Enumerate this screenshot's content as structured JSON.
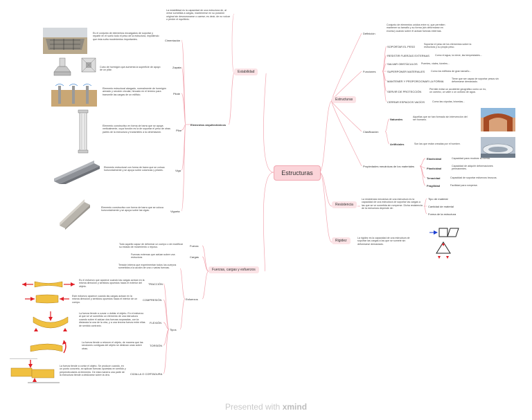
{
  "central": "Estructuras",
  "footer": {
    "prefix": "Presented with",
    "brand": "xmind"
  },
  "estabilidad": {
    "title": "Estabilidad",
    "definition": "La estabilidad es la capacidad de una estructura de, al verse sometida a cargas, mantenerse en su posición original sin desmoronarse o caerse; es decir, de no volcar o perder el equilibrio.",
    "elementos": "Elementos arquitectónicos",
    "items": [
      {
        "label": "Cimentación",
        "text": "Es el conjunto de elementos encargados de soportar y repartir en el suelo todo el peso de la estructura, impidiendo que ésta sufra movimientos importantes."
      },
      {
        "label": "Zapata",
        "text": "Cubo de hormigón que aumenta la superficie de apoyo de un pilar."
      },
      {
        "label": "Pilote",
        "text": "Elemento estructural alargado, normalmente de hormigón armado y sección circular, hincado en el terreno para transmitir las cargas de un edificio."
      },
      {
        "label": "Pilar",
        "text": "Elemento constructivo en forma de barra que se apoya verticalmente, cuya función es la de soportar el peso de otras partes de la estructura y transmitirlo a la cimentación."
      },
      {
        "label": "Viga",
        "text": "Elemento estructural con forma de barra que se coloca horizontalmente y se apoya sobre columnas y pilares."
      },
      {
        "label": "Vigueta",
        "text": "Elemento constructivo con forma de barra que se coloca horizontalmente y se apoya sobre las vigas."
      }
    ]
  },
  "estructuras": {
    "title": "Estructuras",
    "definicion_label": "Definición",
    "definicion": "Conjunto de elementos unidos entre sí, que permiten mantener su tamaño y su forma (sin deformarse en exceso) cuando sobre él actúan fuerzas externas.",
    "funciones_label": "Funciones",
    "funciones": [
      {
        "label": "SOPORTAR EL PESO",
        "text": "Soportar el peso de los elementos sobre la estructura y su propio peso."
      },
      {
        "label": "RESISTIR FUERZAS EXTERNAS",
        "text": "Como el agua, la nieve, las tempestades..."
      },
      {
        "label": "SALVAR OBSTÁCULOS",
        "text": "Puentes, viales, túneles..."
      },
      {
        "label": "SUPERPONER MATERIALES",
        "text": "Como los edificios de gran tamaño..."
      },
      {
        "label": "MANTENER Y PROPORCIONAR LA FORMA",
        "text": "Tiene que ser capaz de soportar pesos sin deformarse demasiado."
      },
      {
        "label": "SERVIR DE PROTECCIÓN",
        "text": "Permite evitar un accidente geográfico como un río, un camino, un valle o un océano de agua."
      },
      {
        "label": "CERRAR ESPACIOS VACÍOS",
        "text": "Como las cúpulas, bóvedas..."
      }
    ],
    "clasificacion_label": "Clasificación",
    "naturales_label": "Naturales",
    "naturales": "Aquellas que se han formado sin intervención del ser humano.",
    "artificiales_label": "Artificiales",
    "artificiales": "Son las que están creadas por el hombre.",
    "propiedades_label": "Propiedades mecánicas de los materiales",
    "propiedades": [
      {
        "label": "Elasticidad",
        "text": "Capacidad para recobrar su forma."
      },
      {
        "label": "Plasticidad",
        "text": "Capacidad de adquirir deformaciones permanentes."
      },
      {
        "label": "Tenacidad",
        "text": "Capacidad de soportar esfuerzos bruscos."
      },
      {
        "label": "Fragilidad",
        "text": "Facilidad para romperse."
      }
    ]
  },
  "resistencia": {
    "title": "Resistencia",
    "text": "La resistencia mecánica de una estructura es la capacidad de una estructura de soportar las cargas a las que se ve sometida sin romperse. Dicha resistencia de la estructura depende de:",
    "items": [
      "Tipo de material",
      "Cantidad de material",
      "Forma de la estructura"
    ]
  },
  "rigidez": {
    "title": "Rigidez",
    "text": "La rigidez es la capacidad de una estructura de soportar las cargas a las que se somete sin deformarse demasiado."
  },
  "fuerzas": {
    "title": "Fuerzas, cargas y esfuerzos",
    "fuerza_label": "Fuerza",
    "fuerza": "Todo aquello capaz de deformar un cuerpo o de modificar su estado de movimiento o reposo.",
    "cargas_label": "Cargas",
    "cargas": "Fuerzas externas que actúan sobre una estructura.",
    "esfuerzos_label": "Esfuerzos",
    "esfuerzos": "Tensión interna que experimentan todos los cuerpos sometidos a la acción de una o varias fuerzas.",
    "tipos_label": "Tipos",
    "tipos": [
      {
        "label": "TRACCIÓN",
        "text": "Es el esfuerzo que aparece cuando las cargas actúan en la misma dirección y sentidos opuestos hacia el exterior del objeto."
      },
      {
        "label": "COMPRESIÓN",
        "text": "Este esfuerzo aparece cuando las cargas actúan en la misma dirección y sentidos opuestos hacia el interior de un cuerpo."
      },
      {
        "label": "FLEXIÓN",
        "text": "La fuerza tiende a curvar o doblar el objeto. En el esfuerzo al que se ve sometido un elemento de una estructura cuando sobre él actúan dos fuerzas separadas, con la distancia la una de la otra, y a una tercera fuerza entre ellas de sentido contrario."
      },
      {
        "label": "TORSIÓN",
        "text": "La fuerza tiende a retorcer el objeto, de manera que las secciones contiguas del objeto se deslizan unas sobre otras."
      },
      {
        "label": "CIZALLA O CORTADURA",
        "text": "La fuerza tiende a cortar el objeto. Se produce cuando, en un punto concreto, se aplican fuerzas opuestas en sentido y perpendiculares al elemento. De esta manera una parte de la estructura tiende a deslizarse sobre la otra."
      }
    ]
  },
  "colors": {
    "branch_fill": "#fbe3e6",
    "central_fill": "#fbd4d9",
    "line": "#f2a6b0",
    "arrow_red": "#e01f26",
    "arrow_blue": "#1d3fd1"
  }
}
